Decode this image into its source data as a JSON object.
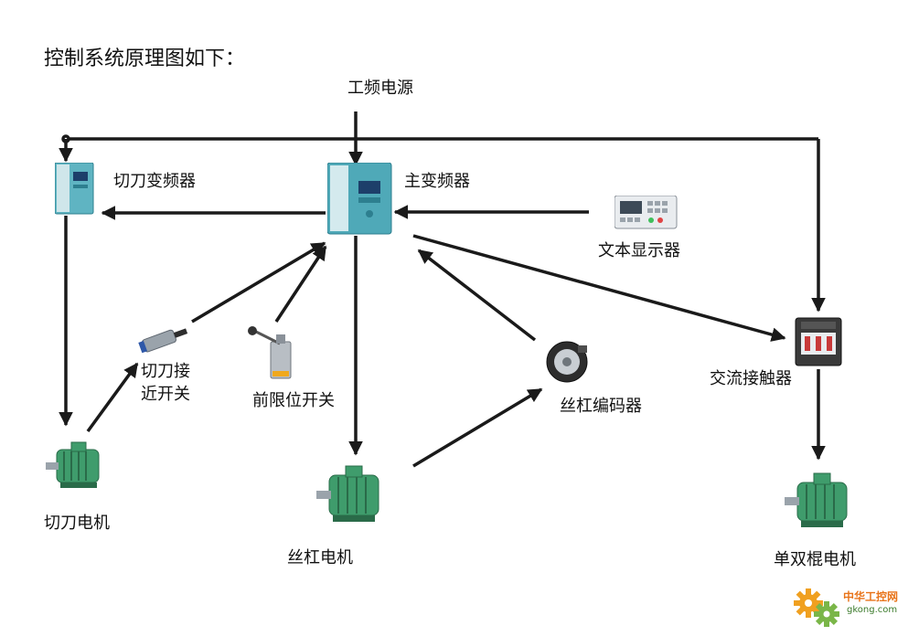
{
  "title": "控制系统原理图如下：",
  "nodes": {
    "power": "工频电源",
    "main_inverter": "主变频器",
    "cutter_inverter": "切刀变频器",
    "text_display": "文本显示器",
    "cutter_prox_line1": "切刀接",
    "cutter_prox_line2": "近开关",
    "front_limit": "前限位开关",
    "screw_encoder": "丝杠编码器",
    "contactor": "交流接触器",
    "cutter_motor": "切刀电机",
    "screw_motor": "丝杠电机",
    "roller_motor": "单双棍电机"
  },
  "watermark": {
    "name": "中华工控网",
    "url": "gkong.com"
  },
  "colors": {
    "line": "#1a1a1a",
    "inverter_teal": "#3aa0b0",
    "motor_green": "#3f9c6c",
    "watermark_orange": "#e8741a"
  }
}
